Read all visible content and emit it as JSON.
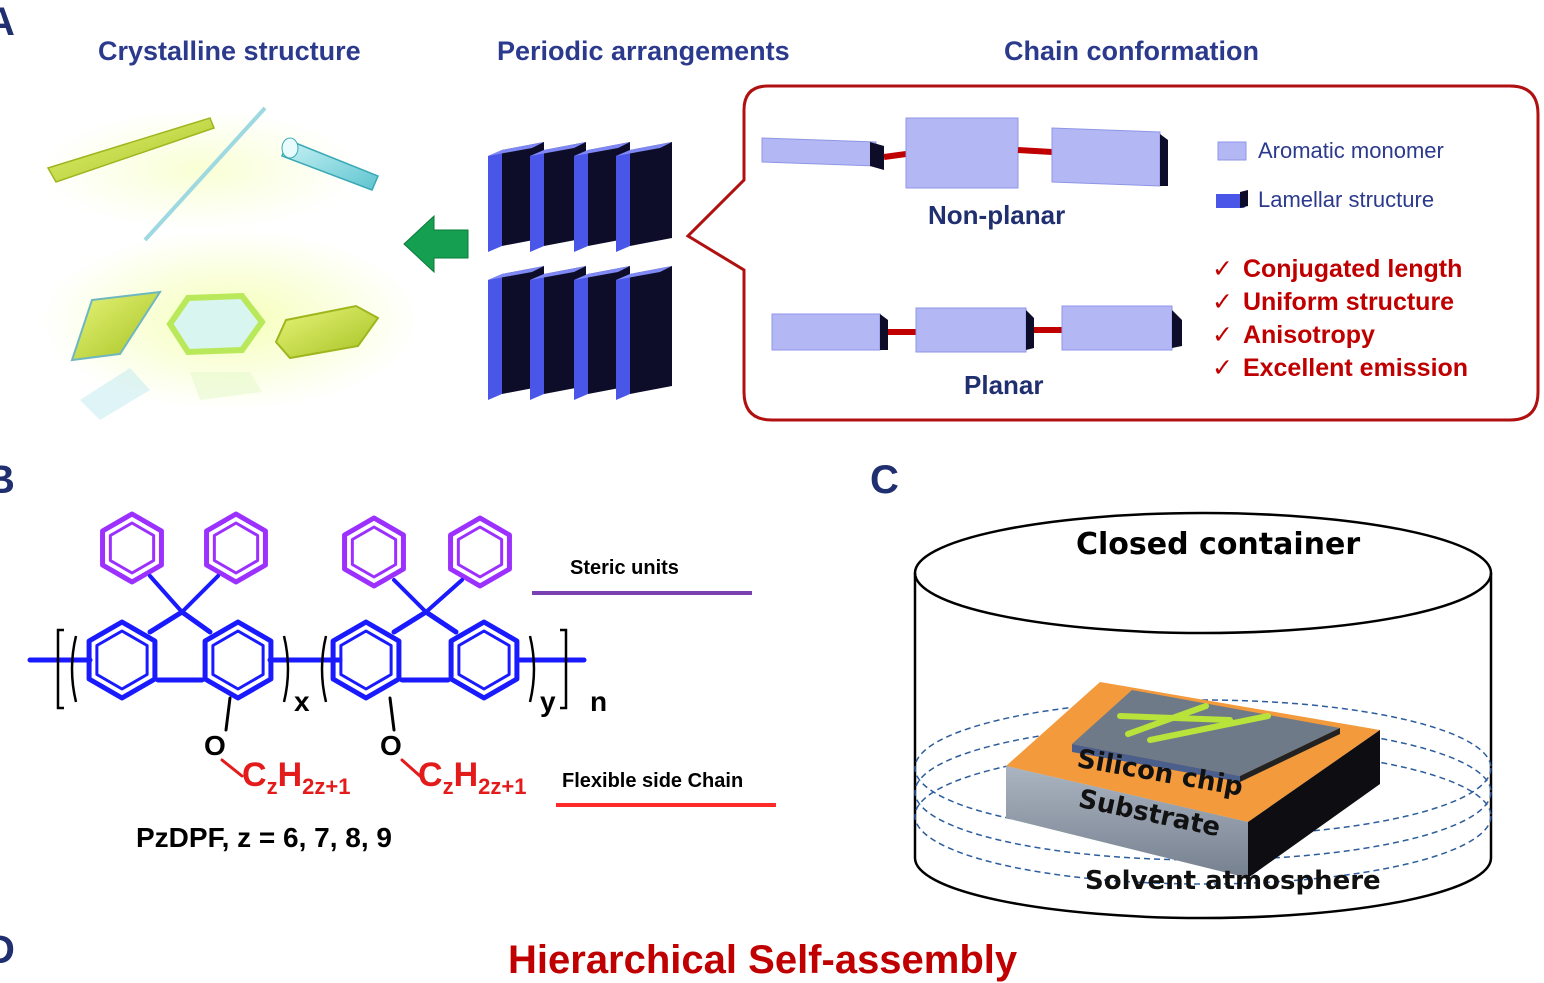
{
  "panel_a": {
    "letter": "A",
    "headings": {
      "crystalline": "Crystalline structure",
      "periodic": "Periodic arrangements",
      "chain": "Chain conformation"
    },
    "non_planar_label": "Non-planar",
    "planar_label": "Planar",
    "legend": {
      "aromatic": "Aromatic monomer",
      "lamellar": "Lamellar structure"
    },
    "checklist": [
      "Conjugated length",
      "Uniform structure",
      "Anisotropy",
      "Excellent emission"
    ]
  },
  "panel_b": {
    "letter": "B",
    "steric_label": "Steric units",
    "flexible_label": "Flexible side Chain",
    "x_label": "x",
    "y_label": "y",
    "n_label": "n",
    "o_label_1": "O",
    "o_label_2": "O",
    "side_chain_1": "C",
    "side_chain_1_sub1": "z",
    "side_chain_1_mid": "H",
    "side_chain_1_sub2": "2z+1",
    "side_chain_2": "C",
    "side_chain_2_sub1": "z",
    "side_chain_2_mid": "H",
    "side_chain_2_sub2": "2z+1",
    "formula": "PzDPF, z = 6, 7, 8, 9"
  },
  "panel_c": {
    "letter": "C",
    "container_title": "Closed container",
    "silicon_label": "Silicon chip",
    "substrate_label": "Substrate",
    "solvent_label": "Solvent atmosphere"
  },
  "panel_d": {
    "letter": "D",
    "title": "Hierarchical Self-assembly"
  },
  "colors": {
    "navy": "#2b3a8c",
    "red": "#c00000",
    "polymer_blue": "#1a1aff",
    "steric_purple": "#9b30ff",
    "block_blue": "#5a66f0",
    "monomer_lavender": "#b3b8f5",
    "arrow_green": "#14a050",
    "substrate_orange": "#f39a3c",
    "crystal_yellow": "#c8e04a",
    "crystal_cyan": "#7fd6dd"
  }
}
